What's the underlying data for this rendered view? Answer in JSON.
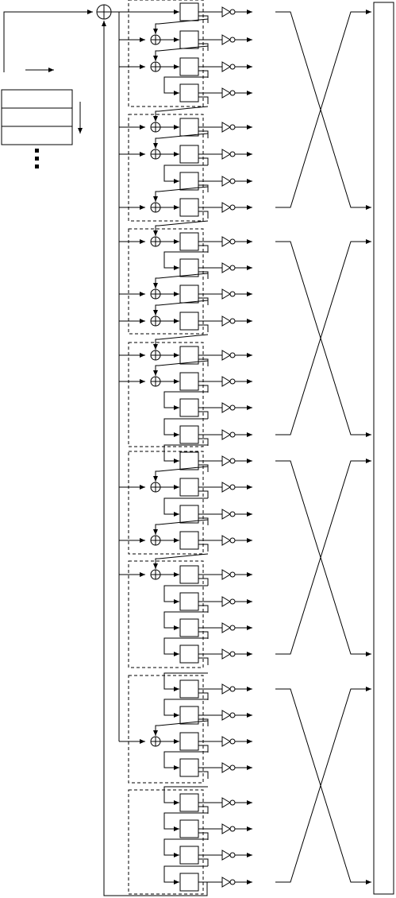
{
  "figure": {
    "register_cells": 32,
    "register_groups": 8,
    "cells_per_group": 4,
    "xor_taps": [
      1,
      2,
      4,
      5,
      7,
      8,
      10,
      11,
      12,
      13,
      17,
      19,
      20,
      26
    ],
    "inverter_outputs": 32,
    "crossed_wire_bundles": 8,
    "input_block_rows": 3,
    "colors": {
      "stroke": "#000000",
      "background": "#ffffff"
    }
  }
}
